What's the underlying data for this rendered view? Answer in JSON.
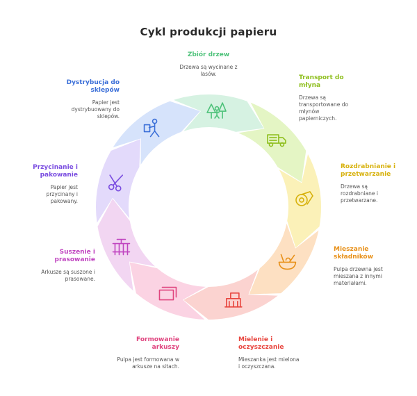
{
  "title": "Cykl produkcji papieru",
  "steps": [
    {
      "name": "Zbiór drzew",
      "desc": "Drzewa są wycinane z lasów.",
      "color": "#4ec27a",
      "fill": "#d6f2e2",
      "icon": "trees-person-icon"
    },
    {
      "name": "Transport do młyna",
      "desc": "Drzewa są transportowane do młynów papierniczych.",
      "color": "#8fbf1f",
      "fill": "#e4f5c4",
      "icon": "truck-icon"
    },
    {
      "name": "Rozdrabnianie i przetwarzanie",
      "desc": "Drzewa są rozdrabniane i przetwarzane.",
      "color": "#d7b10c",
      "fill": "#fbf1b8",
      "icon": "paper-roll-icon"
    },
    {
      "name": "Mieszanie składników",
      "desc": "Pulpa drzewna jest mieszana z innymi materiałami.",
      "color": "#e8911a",
      "fill": "#fde0c2",
      "icon": "mixing-bowl-icon"
    },
    {
      "name": "Mielenie i oczyszczanie",
      "desc": "Mieszanka jest mielona i oczyszczana.",
      "color": "#e8463f",
      "fill": "#fbd3d0",
      "icon": "grinder-icon"
    },
    {
      "name": "Formowanie arkuszy",
      "desc": "Pulpa jest formowana w arkusze na sitach.",
      "color": "#e0457f",
      "fill": "#fbd3e3",
      "icon": "paper-sheets-icon"
    },
    {
      "name": "Suszenie i prasowanie",
      "desc": "Arkusze są suszone i prasowane.",
      "color": "#c045c0",
      "fill": "#f2d6f2",
      "icon": "dryer-rack-icon"
    },
    {
      "name": "Przycinanie i pakowanie",
      "desc": "Papier jest przycinany i pakowany.",
      "color": "#7a4de0",
      "fill": "#e3dafb",
      "icon": "scissors-icon"
    },
    {
      "name": "Dystrybucja do sklepów",
      "desc": "Papier jest dystrybuowany do sklepów.",
      "color": "#3b6fd8",
      "fill": "#d6e3fb",
      "icon": "delivery-person-icon"
    }
  ]
}
